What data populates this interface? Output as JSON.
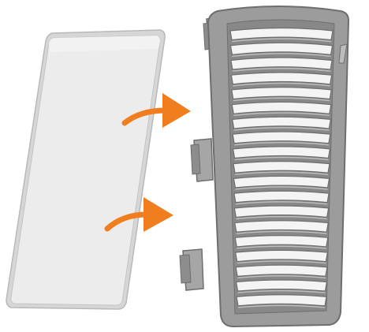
{
  "diagram": {
    "description_free": true,
    "parts": [
      {
        "id": "filter-pad",
        "kind": "panel"
      },
      {
        "id": "filter-frame",
        "kind": "grille",
        "slat_count": 19
      }
    ],
    "arrows": [
      {
        "id": "arrow-upper",
        "direction": "right"
      },
      {
        "id": "arrow-lower",
        "direction": "right"
      }
    ]
  },
  "colors": {
    "pad_fill": "#ececec",
    "pad_edge": "#b9b9b9",
    "pad_side": "#d6d6d6",
    "frame_fill": "#9c9c9c",
    "frame_dark": "#6e6e6e",
    "frame_light": "#bdbdbd",
    "slot_fill": "#f4f4f4",
    "arrow": "#f07d1e"
  }
}
